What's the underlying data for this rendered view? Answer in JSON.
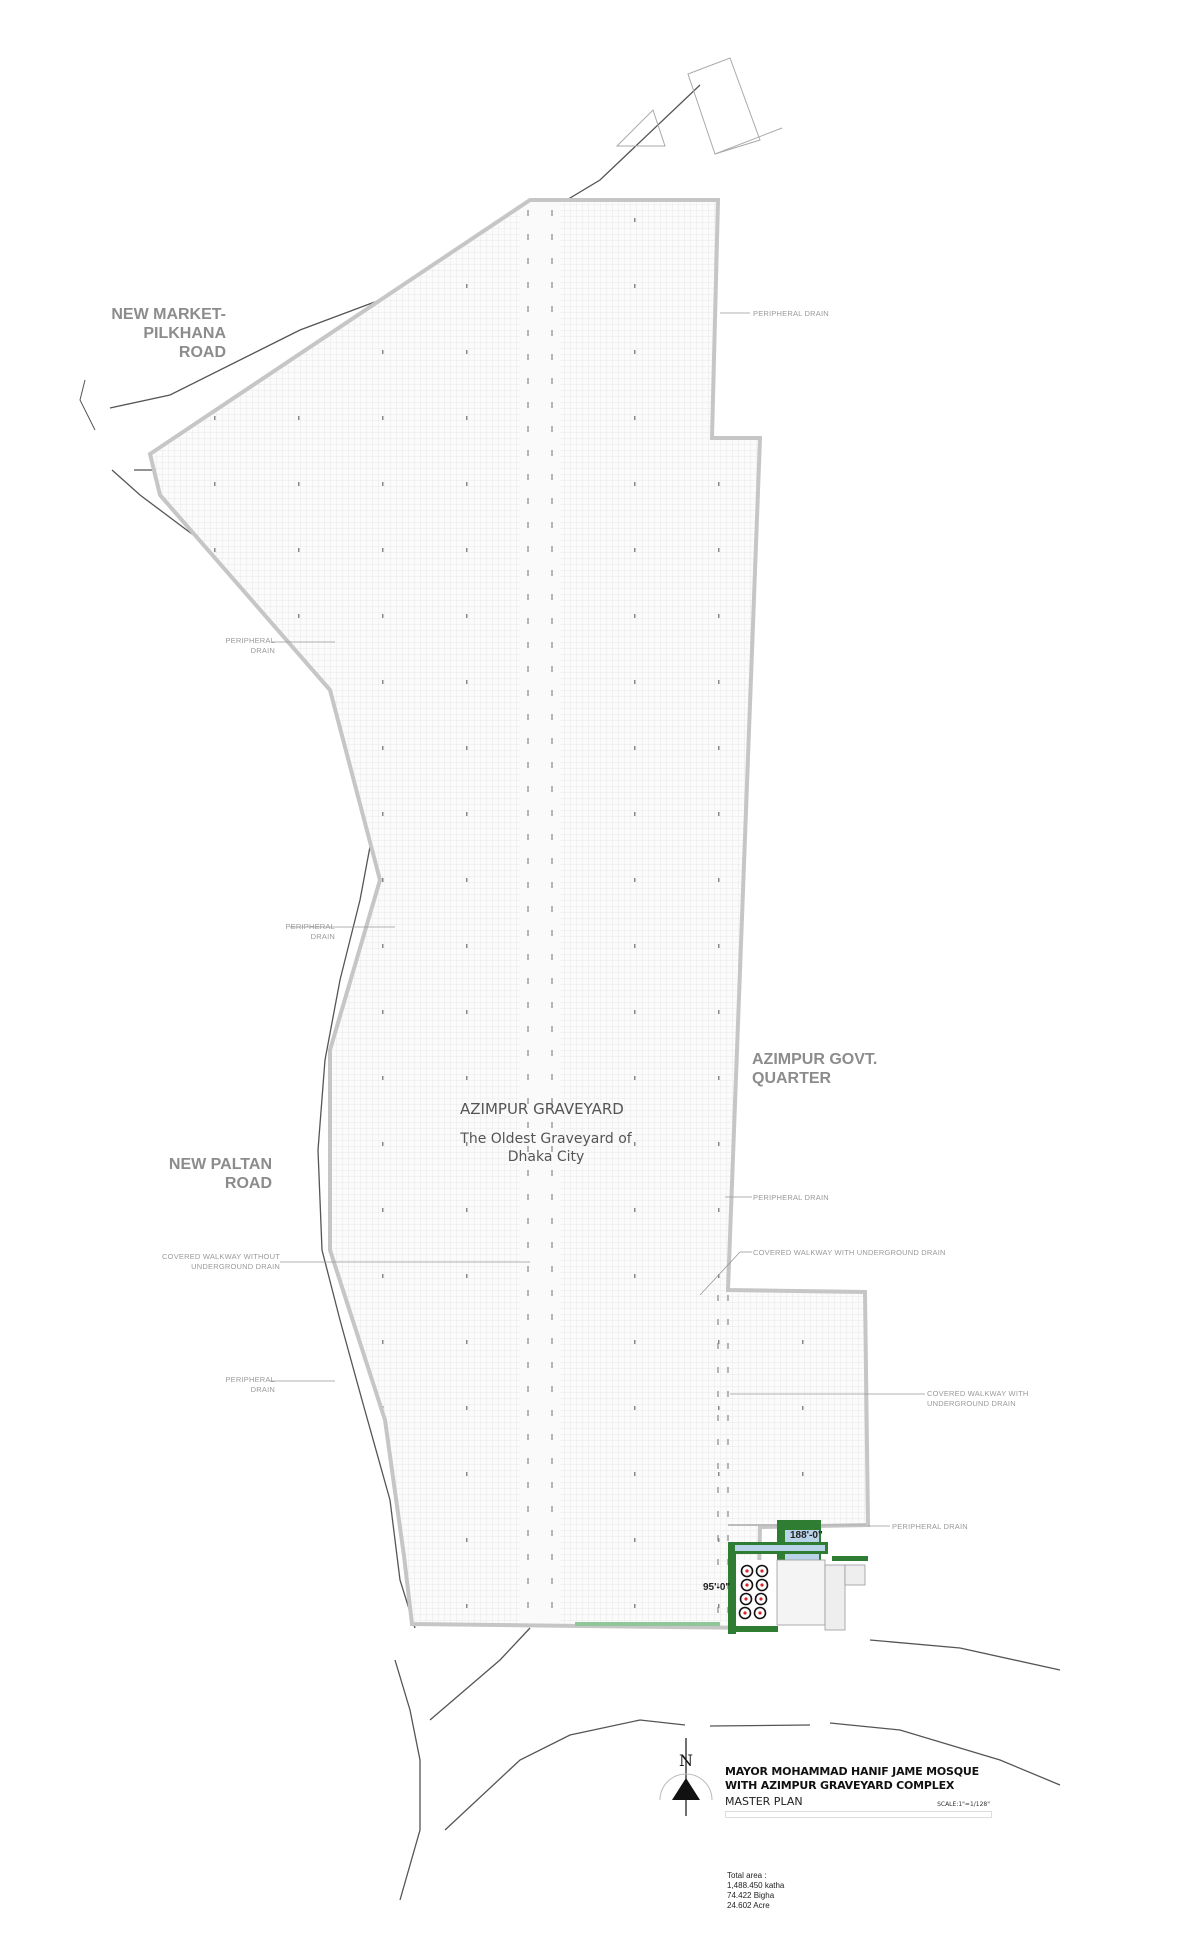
{
  "plan": {
    "site_name": "AZIMPUR GRAVEYARD",
    "site_subtitle_line1": "The Oldest Graveyard of",
    "site_subtitle_line2": "Dhaka City"
  },
  "roads": {
    "north_west_line1": "NEW MARKET-",
    "north_west_line2": "PILKHANA ROAD",
    "west_line1": "NEW PALTAN",
    "west_line2": "ROAD"
  },
  "neighbors": {
    "east_line1": "AZIMPUR GOVT.",
    "east_line2": "QUARTER"
  },
  "annotations": {
    "peripheral_drain_single": "PERIPHERAL DRAIN",
    "peripheral_line1": "PERIPHERAL",
    "peripheral_line2": "DRAIN",
    "walkway_with_drain_single": "COVERED WALKWAY WITH UNDERGROUND DRAIN",
    "walkway_with_line1": "COVERED WALKWAY WITH",
    "walkway_with_line2": "UNDERGROUND DRAIN",
    "walkway_without_line1": "COVERED WALKWAY WITHOUT",
    "walkway_without_line2": "UNDERGROUND DRAIN"
  },
  "dimensions": {
    "width_label": "188'-0\"",
    "depth_label": "95'-0\""
  },
  "title_block": {
    "north_symbol": "N",
    "title_line1": "MAYOR MOHAMMAD HANIF JAME MOSQUE",
    "title_line2": "WITH AZIMPUR GRAVEYARD COMPLEX",
    "subtitle": "MASTER PLAN",
    "scale": "SCALE:1\"=1/128\"",
    "area_heading": "Total area :",
    "area_katha": "1,488.450 katha",
    "area_bigha": "74.422 Bigha",
    "area_acre": "24.602 Acre"
  },
  "colors": {
    "boundary": "#c8c8c8",
    "grid": "#e3e3e3",
    "road_line": "#555555",
    "green": "#2f7d32",
    "water": "#b9d3e8",
    "grave_marker": "#d62828"
  }
}
